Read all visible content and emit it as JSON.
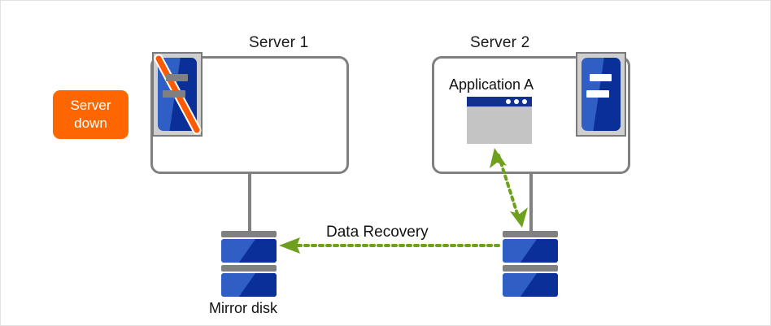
{
  "diagram": {
    "title_server1": "Server 1",
    "title_server2": "Server 2",
    "status_badge": {
      "line1": "Server",
      "line2": "down",
      "color": "#ff6600",
      "text_color": "#ffffff"
    },
    "application_label": "Application A",
    "mirror_disk_label": "Mirror disk",
    "data_recovery_label": "Data Recovery",
    "icons": {
      "server1": "server-rack-icon-offline",
      "server2": "server-rack-icon-online",
      "app_window": "application-window-icon",
      "disk_left": "disk-stack-icon",
      "disk_right": "disk-stack-icon",
      "slash": "disabled-slash-icon",
      "recovery_arrow": "dotted-arrow-left-icon",
      "access_arrow": "dotted-double-arrow-vertical-icon"
    },
    "colors": {
      "box_border": "#808080",
      "server_blue_light": "#2f5fc4",
      "server_blue_dark": "#0a2f96",
      "slash_orange": "#ff5a00",
      "arrow_green": "#6ea01e",
      "app_titlebar": "#12318f",
      "app_body": "#c4c4c4",
      "canvas_border": "#e2e2e2"
    }
  }
}
